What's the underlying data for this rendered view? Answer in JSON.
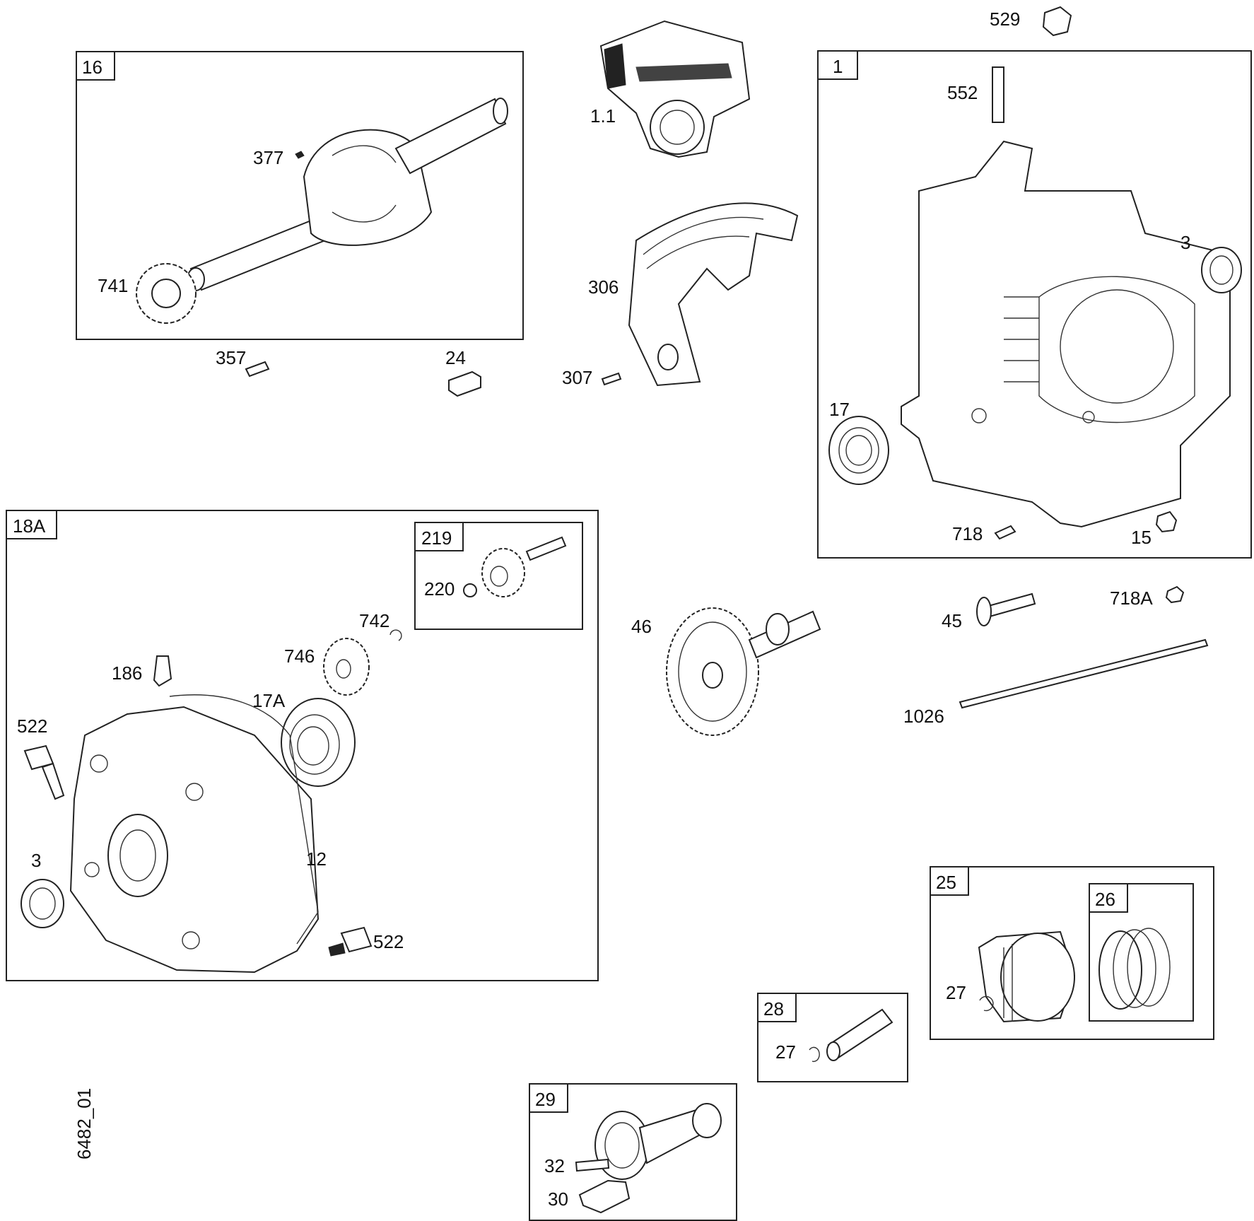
{
  "drawing_id": "6482_01",
  "boxes": [
    {
      "id": "16",
      "label": "16"
    },
    {
      "id": "1",
      "label": "1"
    },
    {
      "id": "18A",
      "label": "18A"
    },
    {
      "id": "219",
      "label": "219"
    },
    {
      "id": "25",
      "label": "25"
    },
    {
      "id": "26",
      "label": "26"
    },
    {
      "id": "28",
      "label": "28"
    },
    {
      "id": "29",
      "label": "29"
    }
  ],
  "callouts": {
    "p529": "529",
    "p1_1": "1.1",
    "p552": "552",
    "p377": "377",
    "p741": "741",
    "p357": "357",
    "p24": "24",
    "p306": "306",
    "p307": "307",
    "p3_top": "3",
    "p17": "17",
    "p718": "718",
    "p15": "15",
    "p718A": "718A",
    "p45": "45",
    "p1026": "1026",
    "p46": "46",
    "p220": "220",
    "p742": "742",
    "p746": "746",
    "p186": "186",
    "p17A": "17A",
    "p522_top": "522",
    "p12": "12",
    "p3_bot": "3",
    "p522_bot": "522",
    "p27_piston": "27",
    "p27_pin": "27",
    "p32": "32",
    "p30": "30"
  }
}
